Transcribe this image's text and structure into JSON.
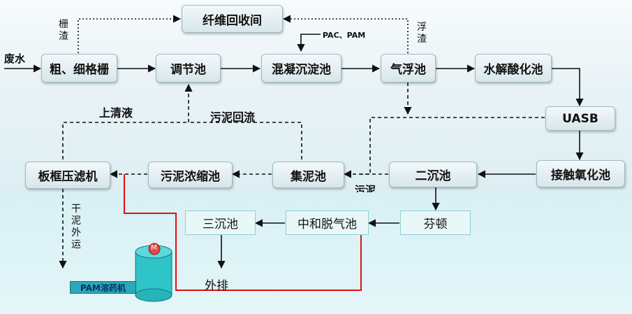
{
  "nodes": {
    "fiber_recovery": "纤维回收间",
    "coarse_fine_screen": "粗、细格栅",
    "equalization_tank": "调节池",
    "coag_settling_tank": "混凝沉淀池",
    "air_flotation_tank": "气浮池",
    "hydrolysis_acidification_tank": "水解酸化池",
    "uasb": "UASB",
    "contact_oxidation_tank": "接触氧化池",
    "secondary_clarifier": "二沉池",
    "sludge_collection_tank": "集泥池",
    "sludge_thickener": "污泥浓缩池",
    "plate_frame_filter_press": "板框压滤机",
    "fenton": "芬顿",
    "neutralization_degassing_tank": "中和脱气池",
    "tertiary_clarifier": "三沉池"
  },
  "labels": {
    "wastewater": "废水",
    "screen_residue": "栅渣",
    "float_residue": "浮渣",
    "pac_pam": "PAC、PAM",
    "supernatant": "上清液",
    "sludge_return": "污泥回流",
    "sludge_partial": "污泥",
    "dry_sludge_out": "干泥外运",
    "discharge": "外排",
    "pam_dissolver": "PAM溶药机",
    "motor": "M"
  },
  "colors": {
    "flow_line": "#111111",
    "dosing_line": "#e01010",
    "tank_body": "#2ec4c8",
    "motor": "#e04a4a"
  }
}
